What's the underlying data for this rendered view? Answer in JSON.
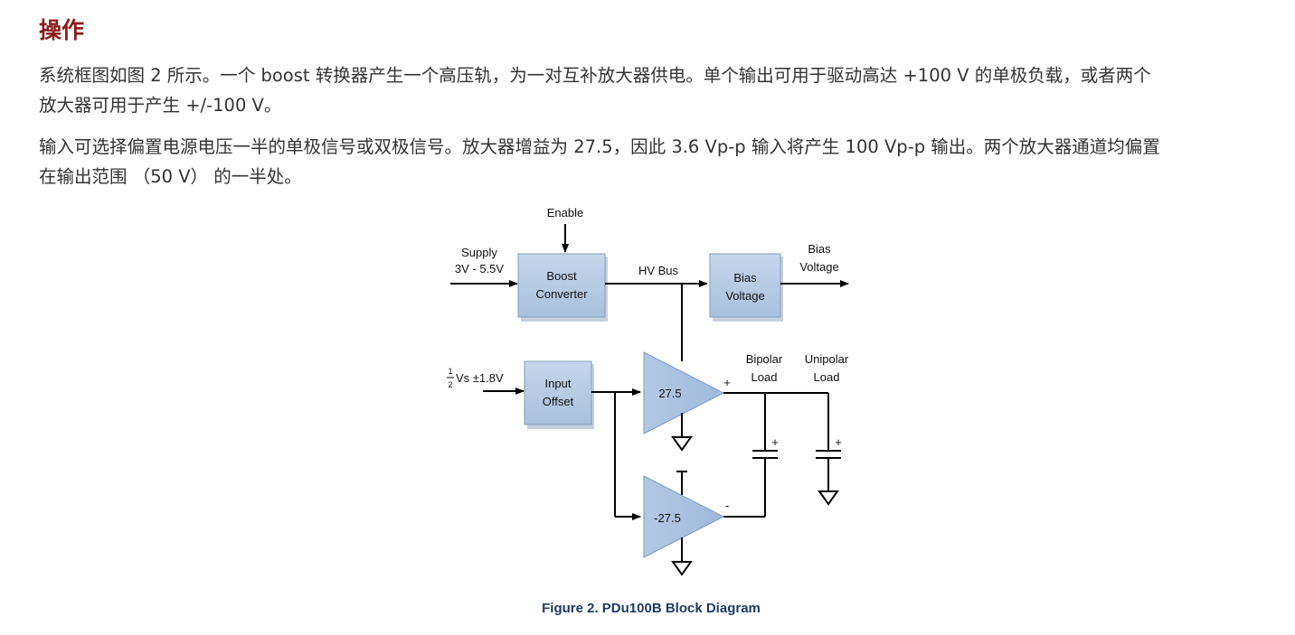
{
  "section": {
    "title": "操作"
  },
  "paragraphs": {
    "p1_line1": "系统框图如图 2 所示。一个 boost 转换器产生一个高压轨，为一对互补放大器供电。单个输出可用于驱动高达 +100 V 的单极负载，或者两个",
    "p1_line2": "放大器可用于产生 +/-100 V。",
    "p2_line1": "输入可选择偏置电源电压一半的单极信号或双极信号。放大器增益为 27.5，因此 3.6 Vp-p 输入将产生 100 Vp-p 输出。两个放大器通道均偏置",
    "p2_line2": "在输出范围 （50 V） 的一半处。"
  },
  "diagram": {
    "enable": "Enable",
    "supply_line1": "Supply",
    "supply_line2": "3V - 5.5V",
    "boost_line1": "Boost",
    "boost_line2": "Converter",
    "hv_bus": "HV Bus",
    "bias_box_line1": "Bias",
    "bias_box_line2": "Voltage",
    "bias_out_line1": "Bias",
    "bias_out_line2": "Voltage",
    "input_num": "1",
    "input_den": "2",
    "input_label": "Vs ±1.8V",
    "offset_line1": "Input",
    "offset_line2": "Offset",
    "amp1_gain": "27.5",
    "amp2_gain": "-27.5",
    "plus": "+",
    "minus": "-",
    "bipolar_line1": "Bipolar",
    "bipolar_line2": "Load",
    "unipolar_line1": "Unipolar",
    "unipolar_line2": "Load",
    "cap_plus": "+",
    "cap2_plus": "+",
    "caption": "Figure 2. PDu100B Block Diagram"
  },
  "colors": {
    "title": "#8b1a1a",
    "body_text": "#333333",
    "box_fill": "#b8cce4",
    "box_stroke": "#7f9db9",
    "caption": "#1f3b63"
  }
}
